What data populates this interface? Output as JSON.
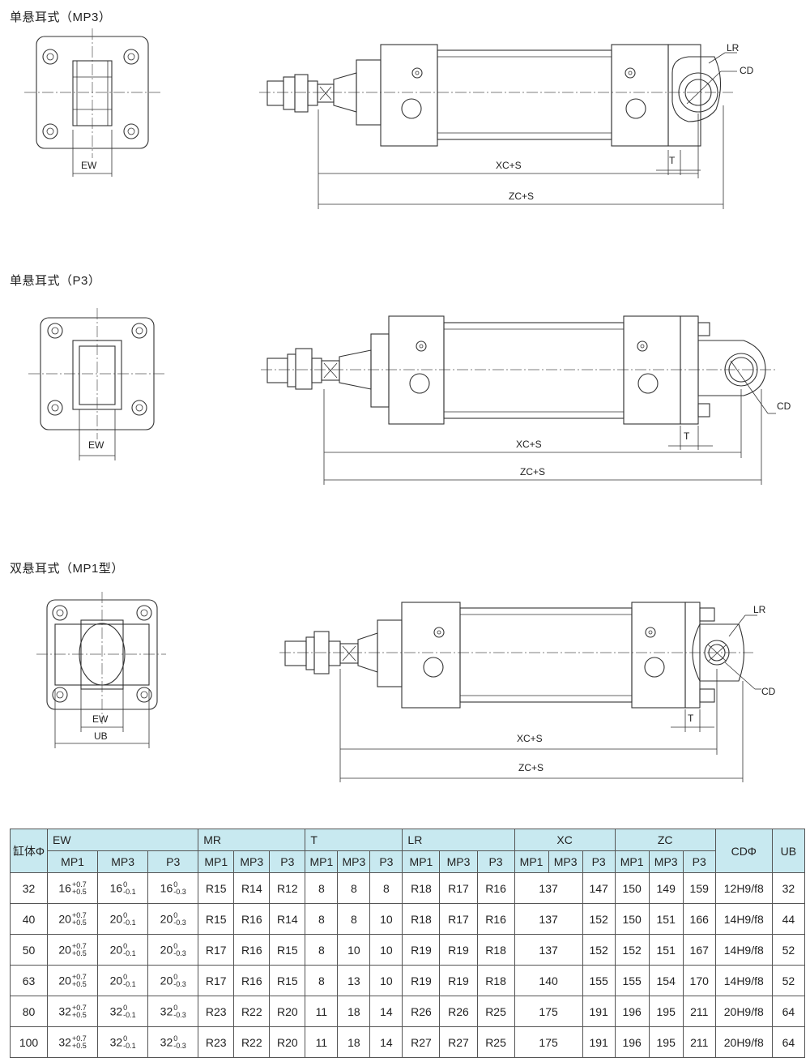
{
  "sections": [
    {
      "title": "单悬耳式（MP3）",
      "labels": {
        "ew": "EW",
        "lr": "LR",
        "cd": "CD",
        "t": "T",
        "xc": "XC+S",
        "zc": "ZC+S"
      }
    },
    {
      "title": "单悬耳式（P3）",
      "labels": {
        "ew": "EW",
        "cd": "CD",
        "t": "T",
        "xc": "XC+S",
        "zc": "ZC+S"
      }
    },
    {
      "title": "双悬耳式（MP1型）",
      "labels": {
        "ew": "EW",
        "ub": "UB",
        "lr": "LR",
        "cd": "CD",
        "t": "T",
        "xc": "XC+S",
        "zc": "ZC+S"
      }
    }
  ],
  "table": {
    "header": {
      "bore": "缸体Φ",
      "ew": "EW",
      "mr": "MR",
      "t": "T",
      "lr": "LR",
      "xc": "XC",
      "zc": "ZC",
      "cd": "CDΦ",
      "ub": "UB",
      "sub": {
        "mp1": "MP1",
        "mp3": "MP3",
        "p3": "P3"
      }
    },
    "rows": [
      {
        "bore": "32",
        "ew_mp1": {
          "n": "16",
          "u": "+0.7",
          "l": "+0.5"
        },
        "ew_mp3": {
          "n": "16",
          "u": "0",
          "l": "-0.1"
        },
        "ew_p3": {
          "n": "16",
          "u": "0",
          "l": "-0.3"
        },
        "mr": [
          "R15",
          "R14",
          "R12"
        ],
        "t": [
          "8",
          "8",
          "8"
        ],
        "lr": [
          "R18",
          "R17",
          "R16"
        ],
        "xc_mp": "137",
        "xc_p3": "147",
        "zc": [
          "150",
          "149",
          "159"
        ],
        "cd": "12H9/f8",
        "ub": "32"
      },
      {
        "bore": "40",
        "ew_mp1": {
          "n": "20",
          "u": "+0.7",
          "l": "+0.5"
        },
        "ew_mp3": {
          "n": "20",
          "u": "0",
          "l": "-0.1"
        },
        "ew_p3": {
          "n": "20",
          "u": "0",
          "l": "-0.3"
        },
        "mr": [
          "R15",
          "R16",
          "R14"
        ],
        "t": [
          "8",
          "8",
          "10"
        ],
        "lr": [
          "R18",
          "R17",
          "R16"
        ],
        "xc_mp": "137",
        "xc_p3": "152",
        "zc": [
          "150",
          "151",
          "166"
        ],
        "cd": "14H9/f8",
        "ub": "44"
      },
      {
        "bore": "50",
        "ew_mp1": {
          "n": "20",
          "u": "+0.7",
          "l": "+0.5"
        },
        "ew_mp3": {
          "n": "20",
          "u": "0",
          "l": "-0.1"
        },
        "ew_p3": {
          "n": "20",
          "u": "0",
          "l": "-0.3"
        },
        "mr": [
          "R17",
          "R16",
          "R15"
        ],
        "t": [
          "8",
          "10",
          "10"
        ],
        "lr": [
          "R19",
          "R19",
          "R18"
        ],
        "xc_mp": "137",
        "xc_p3": "152",
        "zc": [
          "152",
          "151",
          "167"
        ],
        "cd": "14H9/f8",
        "ub": "52"
      },
      {
        "bore": "63",
        "ew_mp1": {
          "n": "20",
          "u": "+0.7",
          "l": "+0.5"
        },
        "ew_mp3": {
          "n": "20",
          "u": "0",
          "l": "-0.1"
        },
        "ew_p3": {
          "n": "20",
          "u": "0",
          "l": "-0.3"
        },
        "mr": [
          "R17",
          "R16",
          "R15"
        ],
        "t": [
          "8",
          "13",
          "10"
        ],
        "lr": [
          "R19",
          "R19",
          "R18"
        ],
        "xc_mp": "140",
        "xc_p3": "155",
        "zc": [
          "155",
          "154",
          "170"
        ],
        "cd": "14H9/f8",
        "ub": "52"
      },
      {
        "bore": "80",
        "ew_mp1": {
          "n": "32",
          "u": "+0.7",
          "l": "+0.5"
        },
        "ew_mp3": {
          "n": "32",
          "u": "0",
          "l": "-0.1"
        },
        "ew_p3": {
          "n": "32",
          "u": "0",
          "l": "-0.3"
        },
        "mr": [
          "R23",
          "R22",
          "R20"
        ],
        "t": [
          "11",
          "18",
          "14"
        ],
        "lr": [
          "R26",
          "R26",
          "R25"
        ],
        "xc_mp": "175",
        "xc_p3": "191",
        "zc": [
          "196",
          "195",
          "211"
        ],
        "cd": "20H9/f8",
        "ub": "64"
      },
      {
        "bore": "100",
        "ew_mp1": {
          "n": "32",
          "u": "+0.7",
          "l": "+0.5"
        },
        "ew_mp3": {
          "n": "32",
          "u": "0",
          "l": "-0.1"
        },
        "ew_p3": {
          "n": "32",
          "u": "0",
          "l": "-0.3"
        },
        "mr": [
          "R23",
          "R22",
          "R20"
        ],
        "t": [
          "11",
          "18",
          "14"
        ],
        "lr": [
          "R27",
          "R27",
          "R25"
        ],
        "xc_mp": "175",
        "xc_p3": "191",
        "zc": [
          "196",
          "195",
          "211"
        ],
        "cd": "20H9/f8",
        "ub": "64"
      }
    ]
  }
}
